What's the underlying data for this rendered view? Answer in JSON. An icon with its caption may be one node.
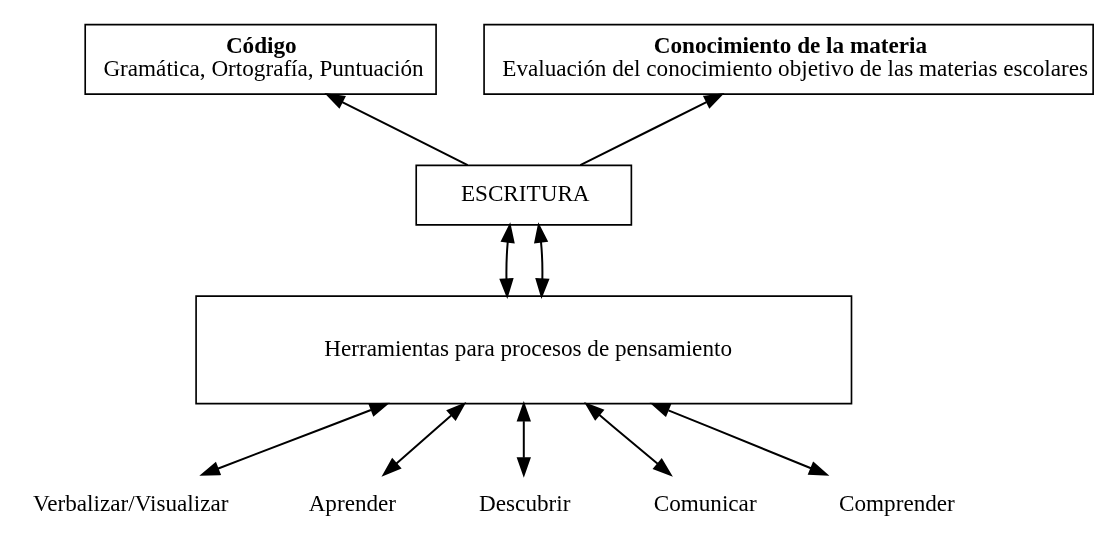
{
  "diagram": {
    "nodes": [
      {
        "text": [
          "Código",
          "Gramática, Ortografía, Puntuación"
        ]
      },
      {
        "text": [
          "Conocimiento de la materia",
          "Evaluación del conocimiento objetivo de las materias escolares"
        ]
      },
      {
        "text": [
          "ESCRITURA"
        ]
      },
      {
        "text": [
          "Herramientas para procesos de pensamiento"
        ]
      },
      {
        "text": [
          "Verbalizar/Visualizar"
        ]
      },
      {
        "text": [
          "Aprender"
        ]
      },
      {
        "text": [
          "Descubrir"
        ]
      },
      {
        "text": [
          "Comunicar"
        ]
      },
      {
        "text": [
          "Comprender"
        ]
      }
    ],
    "edges": [
      {
        "from": 2,
        "to": 0,
        "arrow": "to"
      },
      {
        "from": 2,
        "to": 1,
        "arrow": "to"
      },
      {
        "from": 2,
        "to": 3,
        "arrow": "both"
      },
      {
        "from": 2,
        "to": 3,
        "arrow": "both"
      },
      {
        "from": 3,
        "to": 4,
        "arrow": "both"
      },
      {
        "from": 3,
        "to": 5,
        "arrow": "both"
      },
      {
        "from": 3,
        "to": 6,
        "arrow": "both"
      },
      {
        "from": 3,
        "to": 7,
        "arrow": "both"
      },
      {
        "from": 3,
        "to": 8,
        "arrow": "both"
      }
    ]
  }
}
